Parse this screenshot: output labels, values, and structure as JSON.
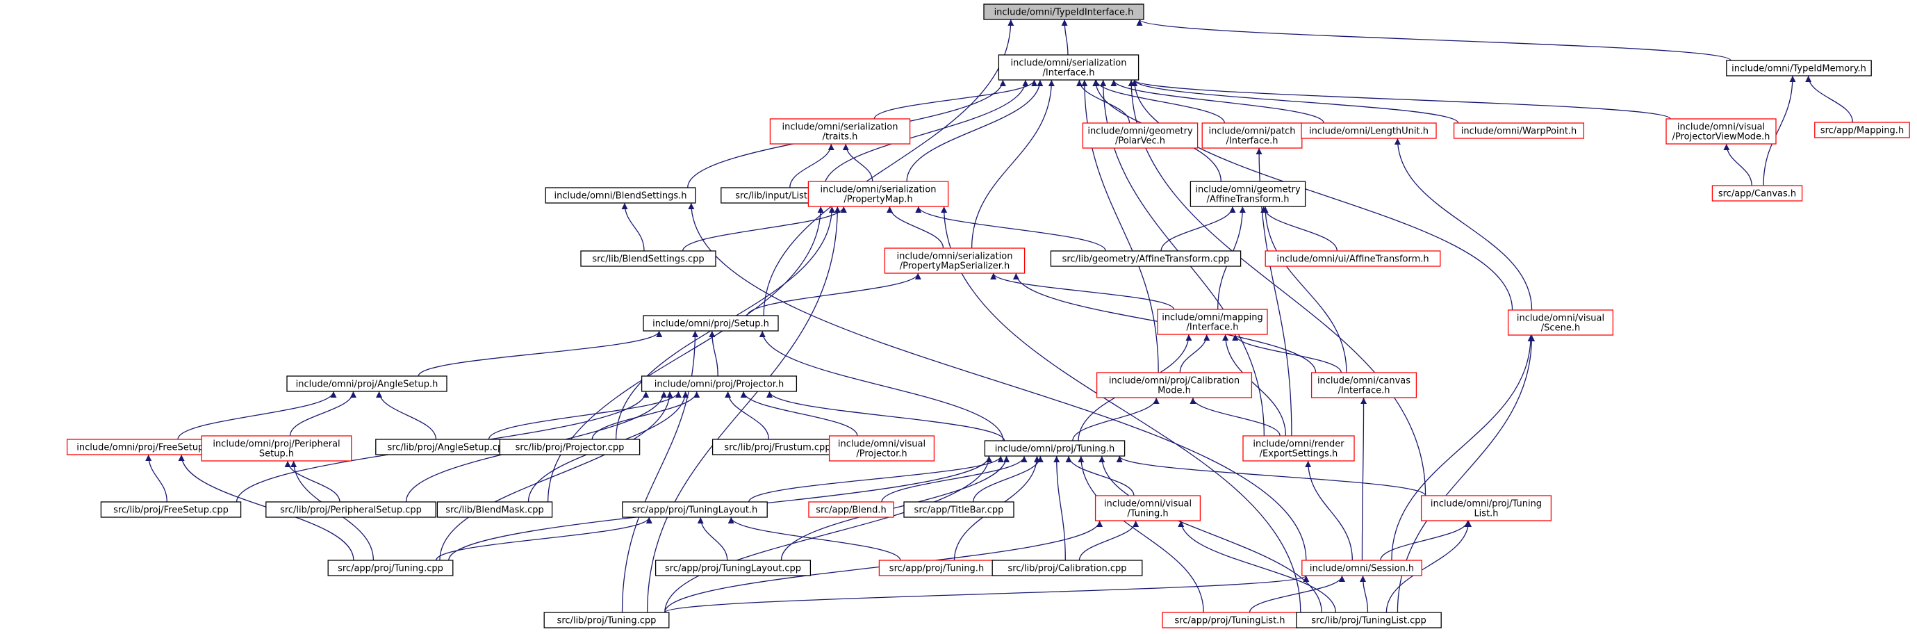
{
  "diagram": {
    "type": "include-dependency-graph",
    "colors": {
      "edge": "#191970",
      "root_fill": "#bfbfbf",
      "normal_border": "#000000",
      "truncated_border": "#ff0000",
      "node_fill": "#ffffff"
    },
    "nodes": [
      {
        "id": "root",
        "lines": [
          "include/omni/TypeIdInterface.h"
        ],
        "style": "root"
      },
      {
        "id": "ser",
        "lines": [
          "include/omni/serialization",
          "/Interface.h"
        ],
        "style": "normal"
      },
      {
        "id": "tim",
        "lines": [
          "include/omni/TypeIdMemory.h"
        ],
        "style": "normal"
      },
      {
        "id": "map",
        "lines": [
          "src/app/Mapping.h"
        ],
        "style": "truncated"
      },
      {
        "id": "traits",
        "lines": [
          "include/omni/serialization",
          "/traits.h"
        ],
        "style": "truncated"
      },
      {
        "id": "polar",
        "lines": [
          "include/omni/geometry",
          "/PolarVec.h"
        ],
        "style": "truncated"
      },
      {
        "id": "patch",
        "lines": [
          "include/omni/patch",
          "/Interface.h"
        ],
        "style": "truncated"
      },
      {
        "id": "length",
        "lines": [
          "include/omni/LengthUnit.h"
        ],
        "style": "truncated"
      },
      {
        "id": "warp",
        "lines": [
          "include/omni/WarpPoint.h"
        ],
        "style": "truncated"
      },
      {
        "id": "pvm",
        "lines": [
          "include/omni/visual",
          "/ProjectorViewMode.h"
        ],
        "style": "truncated"
      },
      {
        "id": "canvas",
        "lines": [
          "src/app/Canvas.h"
        ],
        "style": "truncated"
      },
      {
        "id": "blend",
        "lines": [
          "include/omni/BlendSettings.h"
        ],
        "style": "normal"
      },
      {
        "id": "list",
        "lines": [
          "src/lib/input/List.cpp"
        ],
        "style": "normal"
      },
      {
        "id": "pmap",
        "lines": [
          "include/omni/serialization",
          "/PropertyMap.h"
        ],
        "style": "truncated"
      },
      {
        "id": "affine",
        "lines": [
          "include/omni/geometry",
          "/AffineTransform.h"
        ],
        "style": "normal"
      },
      {
        "id": "blendcpp",
        "lines": [
          "src/lib/BlendSettings.cpp"
        ],
        "style": "normal"
      },
      {
        "id": "pms",
        "lines": [
          "include/omni/serialization",
          "/PropertyMapSerializer.h"
        ],
        "style": "truncated"
      },
      {
        "id": "affcpp",
        "lines": [
          "src/lib/geometry/AffineTransform.cpp"
        ],
        "style": "normal"
      },
      {
        "id": "uiaff",
        "lines": [
          "include/omni/ui/AffineTransform.h"
        ],
        "style": "truncated"
      },
      {
        "id": "scene",
        "lines": [
          "include/omni/visual",
          "/Scene.h"
        ],
        "style": "truncated"
      },
      {
        "id": "setup",
        "lines": [
          "include/omni/proj/Setup.h"
        ],
        "style": "normal"
      },
      {
        "id": "mapi",
        "lines": [
          "include/omni/mapping",
          "/Interface.h"
        ],
        "style": "truncated"
      },
      {
        "id": "angle",
        "lines": [
          "include/omni/proj/AngleSetup.h"
        ],
        "style": "normal"
      },
      {
        "id": "projector",
        "lines": [
          "include/omni/proj/Projector.h"
        ],
        "style": "normal"
      },
      {
        "id": "calib",
        "lines": [
          "include/omni/proj/Calibration",
          "Mode.h"
        ],
        "style": "truncated"
      },
      {
        "id": "canvi",
        "lines": [
          "include/omni/canvas",
          "/Interface.h"
        ],
        "style": "truncated"
      },
      {
        "id": "free",
        "lines": [
          "include/omni/proj/FreeSetup.h"
        ],
        "style": "truncated"
      },
      {
        "id": "periph",
        "lines": [
          "include/omni/proj/Peripheral",
          "Setup.h"
        ],
        "style": "truncated"
      },
      {
        "id": "anglecpp",
        "lines": [
          "src/lib/proj/AngleSetup.cpp"
        ],
        "style": "normal"
      },
      {
        "id": "projcpp",
        "lines": [
          "src/lib/proj/Projector.cpp"
        ],
        "style": "normal"
      },
      {
        "id": "frust",
        "lines": [
          "src/lib/proj/Frustum.cpp"
        ],
        "style": "normal"
      },
      {
        "id": "visproj",
        "lines": [
          "include/omni/visual",
          "/Projector.h"
        ],
        "style": "truncated"
      },
      {
        "id": "tuning",
        "lines": [
          "include/omni/proj/Tuning.h"
        ],
        "style": "normal"
      },
      {
        "id": "export",
        "lines": [
          "include/omni/render",
          "/ExportSettings.h"
        ],
        "style": "truncated"
      },
      {
        "id": "freecpp",
        "lines": [
          "src/lib/proj/FreeSetup.cpp"
        ],
        "style": "normal"
      },
      {
        "id": "periphcpp",
        "lines": [
          "src/lib/proj/PeripheralSetup.cpp"
        ],
        "style": "normal"
      },
      {
        "id": "blendmask",
        "lines": [
          "src/lib/BlendMask.cpp"
        ],
        "style": "normal"
      },
      {
        "id": "tlayh",
        "lines": [
          "src/app/proj/TuningLayout.h"
        ],
        "style": "normal"
      },
      {
        "id": "appblend",
        "lines": [
          "src/app/Blend.h"
        ],
        "style": "truncated"
      },
      {
        "id": "titlebar",
        "lines": [
          "src/app/TitleBar.cpp"
        ],
        "style": "normal"
      },
      {
        "id": "vistun",
        "lines": [
          "include/omni/visual",
          "/Tuning.h"
        ],
        "style": "truncated"
      },
      {
        "id": "tlisth",
        "lines": [
          "include/omni/proj/Tuning",
          "List.h"
        ],
        "style": "truncated"
      },
      {
        "id": "session",
        "lines": [
          "include/omni/Session.h"
        ],
        "style": "truncated"
      },
      {
        "id": "apptuncpp",
        "lines": [
          "src/app/proj/Tuning.cpp"
        ],
        "style": "normal"
      },
      {
        "id": "tlaycpp",
        "lines": [
          "src/app/proj/TuningLayout.cpp"
        ],
        "style": "normal"
      },
      {
        "id": "apptunh",
        "lines": [
          "src/app/proj/Tuning.h"
        ],
        "style": "truncated"
      },
      {
        "id": "calibcpp",
        "lines": [
          "src/lib/proj/Calibration.cpp"
        ],
        "style": "normal"
      },
      {
        "id": "libtun",
        "lines": [
          "src/lib/proj/Tuning.cpp"
        ],
        "style": "normal"
      },
      {
        "id": "apptlist",
        "lines": [
          "src/app/proj/TuningList.h"
        ],
        "style": "truncated"
      },
      {
        "id": "libtlist",
        "lines": [
          "src/lib/proj/TuningList.cpp"
        ],
        "style": "normal"
      }
    ],
    "edges": [
      [
        "ser",
        "root"
      ],
      [
        "tim",
        "root"
      ],
      [
        "setup",
        "root"
      ],
      [
        "map",
        "tim"
      ],
      [
        "canvas",
        "tim"
      ],
      [
        "canvas",
        "pvm"
      ],
      [
        "traits",
        "ser"
      ],
      [
        "polar",
        "ser"
      ],
      [
        "patch",
        "ser"
      ],
      [
        "length",
        "ser"
      ],
      [
        "warp",
        "ser"
      ],
      [
        "pvm",
        "ser"
      ],
      [
        "blend",
        "ser"
      ],
      [
        "list",
        "ser"
      ],
      [
        "pmap",
        "ser"
      ],
      [
        "affine",
        "ser"
      ],
      [
        "pms",
        "ser"
      ],
      [
        "scene",
        "ser"
      ],
      [
        "calib",
        "ser"
      ],
      [
        "export",
        "ser"
      ],
      [
        "tlisth",
        "ser"
      ],
      [
        "list",
        "traits"
      ],
      [
        "pmap",
        "traits"
      ],
      [
        "blendcpp",
        "blend"
      ],
      [
        "session",
        "blend"
      ],
      [
        "blendcpp",
        "pmap"
      ],
      [
        "affcpp",
        "pmap"
      ],
      [
        "pms",
        "pmap"
      ],
      [
        "projcpp",
        "pmap"
      ],
      [
        "libtun",
        "pmap"
      ],
      [
        "blendmask",
        "pmap"
      ],
      [
        "libtlist",
        "pmap"
      ],
      [
        "affcpp",
        "affine"
      ],
      [
        "uiaff",
        "affine"
      ],
      [
        "mapi",
        "affine"
      ],
      [
        "canvi",
        "affine"
      ],
      [
        "setup",
        "pms"
      ],
      [
        "mapi",
        "pms"
      ],
      [
        "canvi",
        "pms"
      ],
      [
        "scene",
        "length"
      ],
      [
        "export",
        "patch"
      ],
      [
        "angle",
        "setup"
      ],
      [
        "projector",
        "setup"
      ],
      [
        "tuning",
        "setup"
      ],
      [
        "libtun",
        "setup"
      ],
      [
        "calib",
        "mapi"
      ],
      [
        "canvi",
        "mapi"
      ],
      [
        "export",
        "mapi"
      ],
      [
        "tuning",
        "mapi"
      ],
      [
        "free",
        "angle"
      ],
      [
        "periph",
        "angle"
      ],
      [
        "anglecpp",
        "angle"
      ],
      [
        "anglecpp",
        "projector"
      ],
      [
        "projcpp",
        "projector"
      ],
      [
        "frust",
        "projector"
      ],
      [
        "visproj",
        "projector"
      ],
      [
        "tuning",
        "projector"
      ],
      [
        "freecpp",
        "projector"
      ],
      [
        "periphcpp",
        "projector"
      ],
      [
        "blendmask",
        "projector"
      ],
      [
        "apptuncpp",
        "projector"
      ],
      [
        "freecpp",
        "free"
      ],
      [
        "apptuncpp",
        "free"
      ],
      [
        "periphcpp",
        "periph"
      ],
      [
        "apptuncpp",
        "periph"
      ],
      [
        "tuning",
        "calib"
      ],
      [
        "export",
        "calib"
      ],
      [
        "session",
        "canvi"
      ],
      [
        "session",
        "scene"
      ],
      [
        "libtlist",
        "scene"
      ],
      [
        "session",
        "export"
      ],
      [
        "tlayh",
        "tuning"
      ],
      [
        "appblend",
        "tuning"
      ],
      [
        "titlebar",
        "tuning"
      ],
      [
        "vistun",
        "tuning"
      ],
      [
        "tlisth",
        "tuning"
      ],
      [
        "apptunh",
        "tuning"
      ],
      [
        "calibcpp",
        "tuning"
      ],
      [
        "tlaycpp",
        "tuning"
      ],
      [
        "libtun",
        "tuning"
      ],
      [
        "apptlist",
        "tuning"
      ],
      [
        "libtlist",
        "tuning"
      ],
      [
        "apptuncpp",
        "tuning"
      ],
      [
        "apptuncpp",
        "tlayh"
      ],
      [
        "tlaycpp",
        "tlayh"
      ],
      [
        "apptunh",
        "tlayh"
      ],
      [
        "calibcpp",
        "vistun"
      ],
      [
        "libtlist",
        "vistun"
      ],
      [
        "libtun",
        "vistun"
      ],
      [
        "session",
        "tlisth"
      ],
      [
        "libtlist",
        "tlisth"
      ],
      [
        "libtun",
        "session"
      ],
      [
        "apptlist",
        "session"
      ],
      [
        "libtlist",
        "session"
      ]
    ]
  }
}
